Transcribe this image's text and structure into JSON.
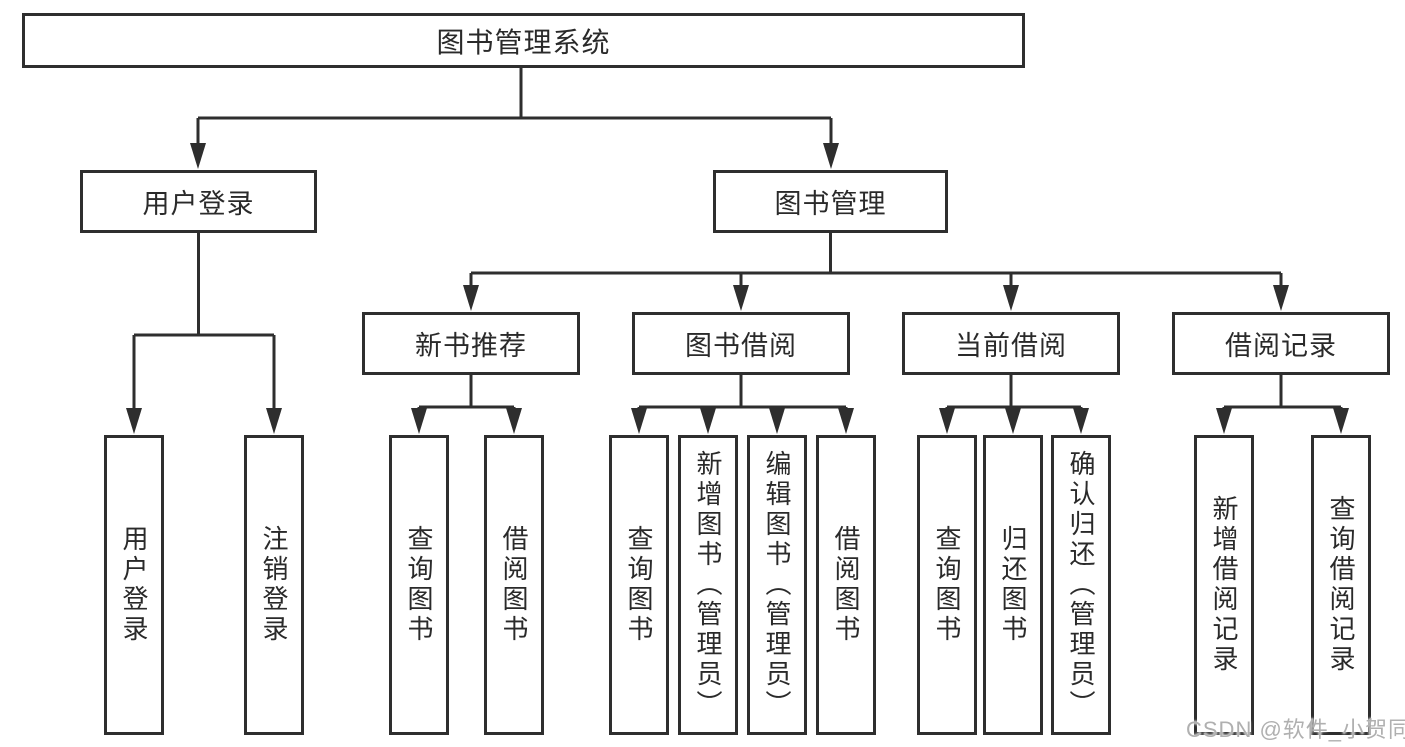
{
  "nodes": {
    "root": "图书管理系统",
    "user_login": "用户登录",
    "book_management": "图书管理",
    "new_book_recommend": "新书推荐",
    "book_borrow": "图书借阅",
    "current_borrow": "当前借阅",
    "borrow_records": "借阅记录"
  },
  "leaves": {
    "user_login": "用户登录",
    "logout": "注销登录",
    "recommend_query_books": "查询图书",
    "recommend_borrow_books": "借阅图书",
    "borrow_query_books": "查询图书",
    "borrow_add_books_admin": "新增图书（管理员）",
    "borrow_edit_books_admin": "编辑图书（管理员）",
    "borrow_borrow_books": "借阅图书",
    "current_query_books": "查询图书",
    "current_return_books": "归还图书",
    "current_confirm_return_admin": "确认归还（管理员）",
    "records_add_record": "新增借阅记录",
    "records_query_record": "查询借阅记录"
  },
  "watermark": "CSDN @软件_小贺同学",
  "colors": {
    "line": "#2e2e2e",
    "text": "#2a2a2a",
    "background": "#ffffff",
    "watermark": "#b0b0b0"
  }
}
